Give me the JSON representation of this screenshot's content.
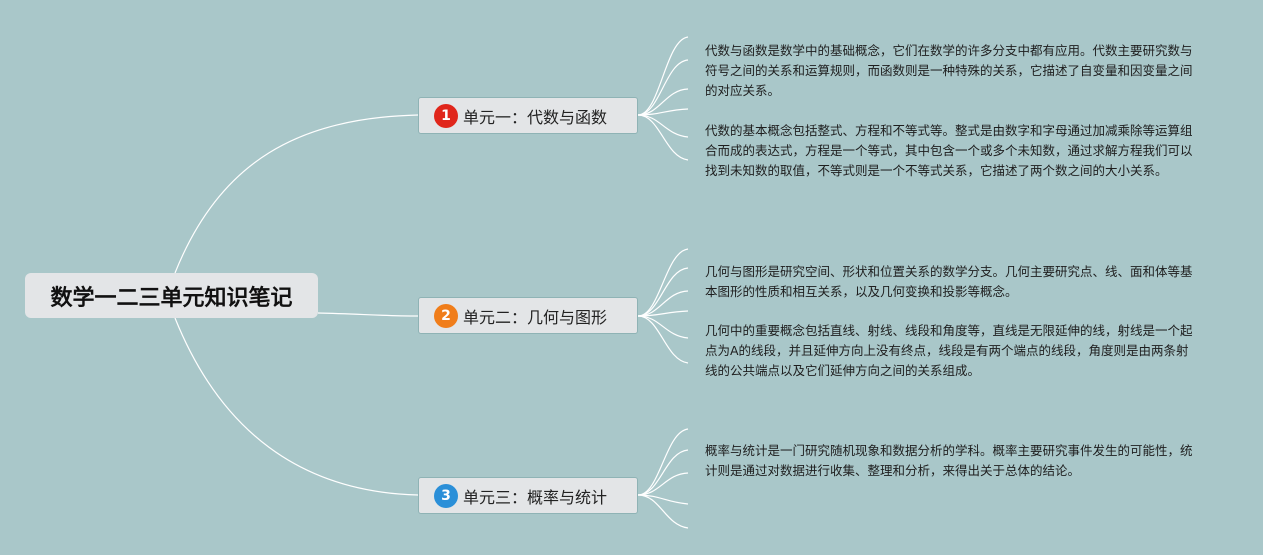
{
  "title": "数学一二三单元知识笔记",
  "units": [
    {
      "badge": "1",
      "badge_color": "#e0261b",
      "label": "单元一：代数与函数",
      "notes": [
        "代数与函数是数学中的基础概念，它们在数学的许多分支中都有应用。代数主要研究数与符号之间的关系和运算规则，而函数则是一种特殊的关系，它描述了自变量和因变量之间的对应关系。",
        "代数的基本概念包括整式、方程和不等式等。整式是由数字和字母通过加减乘除等运算组合而成的表达式，方程是一个等式，其中包含一个或多个未知数，通过求解方程我们可以找到未知数的取值，不等式则是一个不等式关系，它描述了两个数之间的大小关系。"
      ]
    },
    {
      "badge": "2",
      "badge_color": "#f07d1a",
      "label": "单元二：几何与图形",
      "notes": [
        "几何与图形是研究空间、形状和位置关系的数学分支。几何主要研究点、线、面和体等基本图形的性质和相互关系，以及几何变换和投影等概念。",
        "几何中的重要概念包括直线、射线、线段和角度等，直线是无限延伸的线，射线是一个起点为A的线段，并且延伸方向上没有终点，线段是有两个端点的线段，角度则是由两条射线的公共端点以及它们延伸方向之间的关系组成。"
      ]
    },
    {
      "badge": "3",
      "badge_color": "#2a8fd8",
      "label": "单元三：概率与统计",
      "notes": [
        "概率与统计是一门研究随机现象和数据分析的学科。概率主要研究事件发生的可能性，统计则是通过对数据进行收集、整理和分析，来得出关于总体的结论。"
      ]
    }
  ]
}
